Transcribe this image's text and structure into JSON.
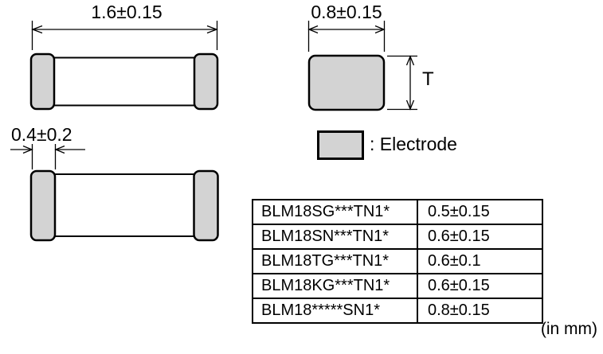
{
  "diagram": {
    "top_view": {
      "length_dim": "1.6±0.15"
    },
    "side_view": {
      "electrode_width_dim": "0.4±0.2"
    },
    "end_view": {
      "width_dim": "0.8±0.15",
      "thickness_label": "T"
    },
    "legend": {
      "label": ": Electrode"
    },
    "unit_note": "(in mm)",
    "colors": {
      "electrode_fill": "#d3d3d3",
      "line": "#000000",
      "background": "#ffffff"
    }
  },
  "thickness_table": {
    "rows": [
      {
        "part_number": "BLM18SG***TN1*",
        "thickness_mm": "0.5±0.15"
      },
      {
        "part_number": "BLM18SN***TN1*",
        "thickness_mm": "0.6±0.15"
      },
      {
        "part_number": "BLM18TG***TN1*",
        "thickness_mm": "0.6±0.1"
      },
      {
        "part_number": "BLM18KG***TN1*",
        "thickness_mm": "0.6±0.15"
      },
      {
        "part_number": "BLM18*****SN1*",
        "thickness_mm": "0.8±0.15"
      }
    ]
  }
}
